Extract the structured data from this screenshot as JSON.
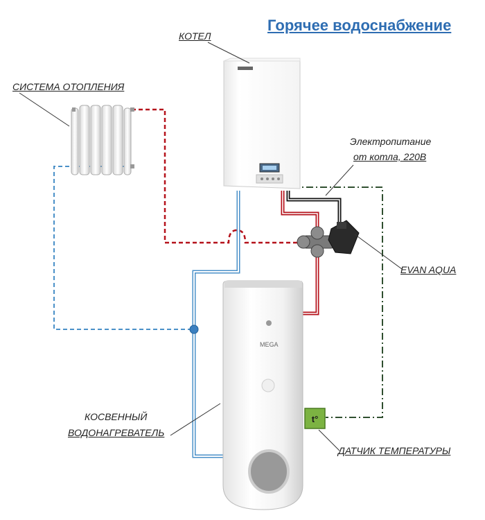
{
  "title": "Горячее водоснабжение",
  "labels": {
    "boiler": "КОТЕЛ",
    "heating_system": "СИСТЕМА ОТОПЛЕНИЯ",
    "power_line1": "Электропитание",
    "power_line2": "от котла, 220В",
    "valve": "EVAN AQUA",
    "heater_line1": "КОСВЕННЫЙ",
    "heater_line2": "ВОДОНАГРЕВАТЕЛЬ",
    "sensor": "ДАТЧИК ТЕМПЕРАТУРЫ",
    "sensor_symbol": "t°",
    "tank_brand": "MEGA"
  },
  "colors": {
    "title": "#2e6db2",
    "hot_pipe": "#b5121b",
    "cold_pipe": "#4a90c8",
    "sensor_wire": "#2f4f2f",
    "sensor_box": "#7cb342",
    "power_wire": "#111111"
  }
}
